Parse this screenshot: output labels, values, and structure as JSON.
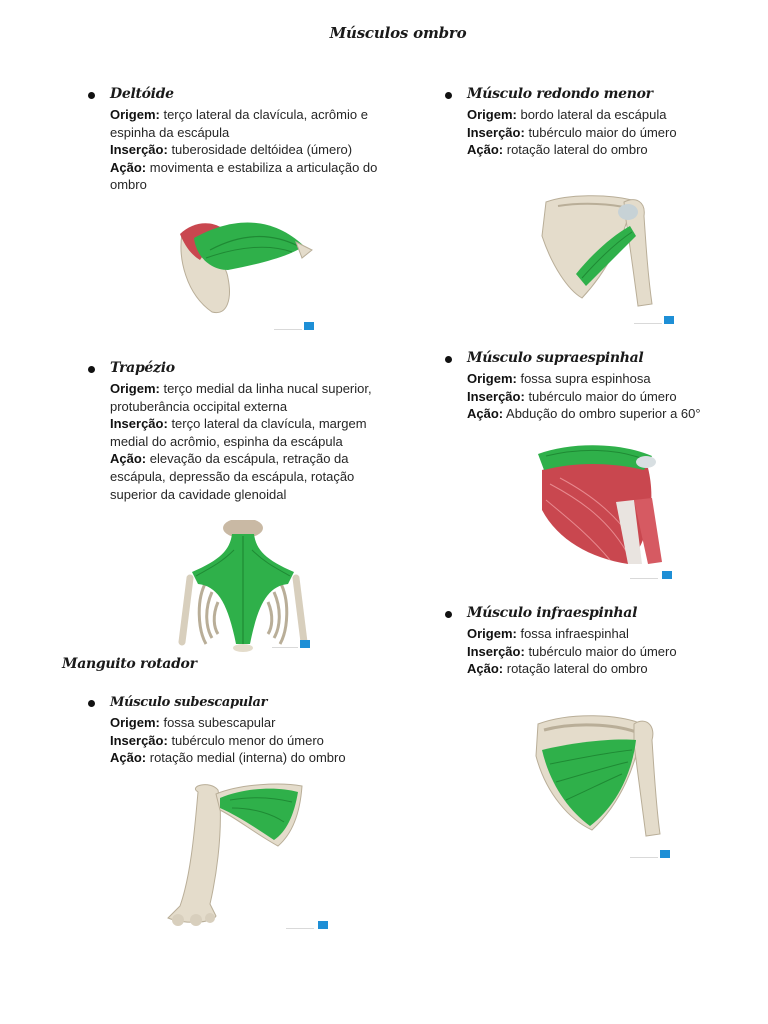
{
  "page_title": "Músculos ombro",
  "labels": {
    "origin": "Origem:",
    "insertion": "Inserção:",
    "action": "Ação:"
  },
  "left_column": [
    {
      "title": "Deltóide",
      "origin": "terço lateral da clavícula, acrômio e espinha da escápula",
      "insertion": "tuberosidade deltóidea (úmero)",
      "action": "movimenta e estabiliza a articulação do ombro",
      "illustration_icon": "deltoid-illustration-icon"
    },
    {
      "title": "Trapézio",
      "origin": "terço medial da linha nucal superior, protuberância occipital externa",
      "insertion": "terço lateral da clavícula, margem medial do acrômio, espinha da escápula",
      "action": "elevação da escápula, retração da escápula, depressão da escápula, rotação superior da cavidade glenoidal",
      "illustration_icon": "trapezius-illustration-icon"
    }
  ],
  "rotator_cuff": {
    "section_title": "Manguito rotador",
    "items": [
      {
        "title": "Músculo subescapular",
        "origin": "fossa subescapular",
        "insertion": "tubérculo menor do úmero",
        "action": "rotação medial (interna) do ombro",
        "illustration_icon": "subscapularis-illustration-icon"
      }
    ]
  },
  "right_column": [
    {
      "title": "Músculo redondo menor",
      "origin": "bordo lateral da escápula",
      "insertion": "tubérculo maior do úmero",
      "action": "rotação lateral do ombro",
      "illustration_icon": "teres-minor-illustration-icon"
    },
    {
      "title": "Músculo supraespinhal",
      "origin": "fossa supra espinhosa",
      "insertion": "tubérculo maior do úmero",
      "action": "Abdução do ombro superior a 60°",
      "illustration_icon": "supraspinatus-illustration-icon"
    },
    {
      "title": "Músculo infraespinhal",
      "origin": "fossa infraespinhal",
      "insertion": "tubérculo maior do úmero",
      "action": "rotação lateral do ombro",
      "illustration_icon": "infraspinatus-illustration-icon"
    }
  ],
  "colors": {
    "muscle_highlight": "#2fb04a",
    "muscle_dark": "#1f8a34",
    "muscle_red": "#c9474f",
    "bone": "#e4dccb",
    "bone_shadow": "#b9ae98",
    "logo_blue": "#1e8fd6"
  }
}
